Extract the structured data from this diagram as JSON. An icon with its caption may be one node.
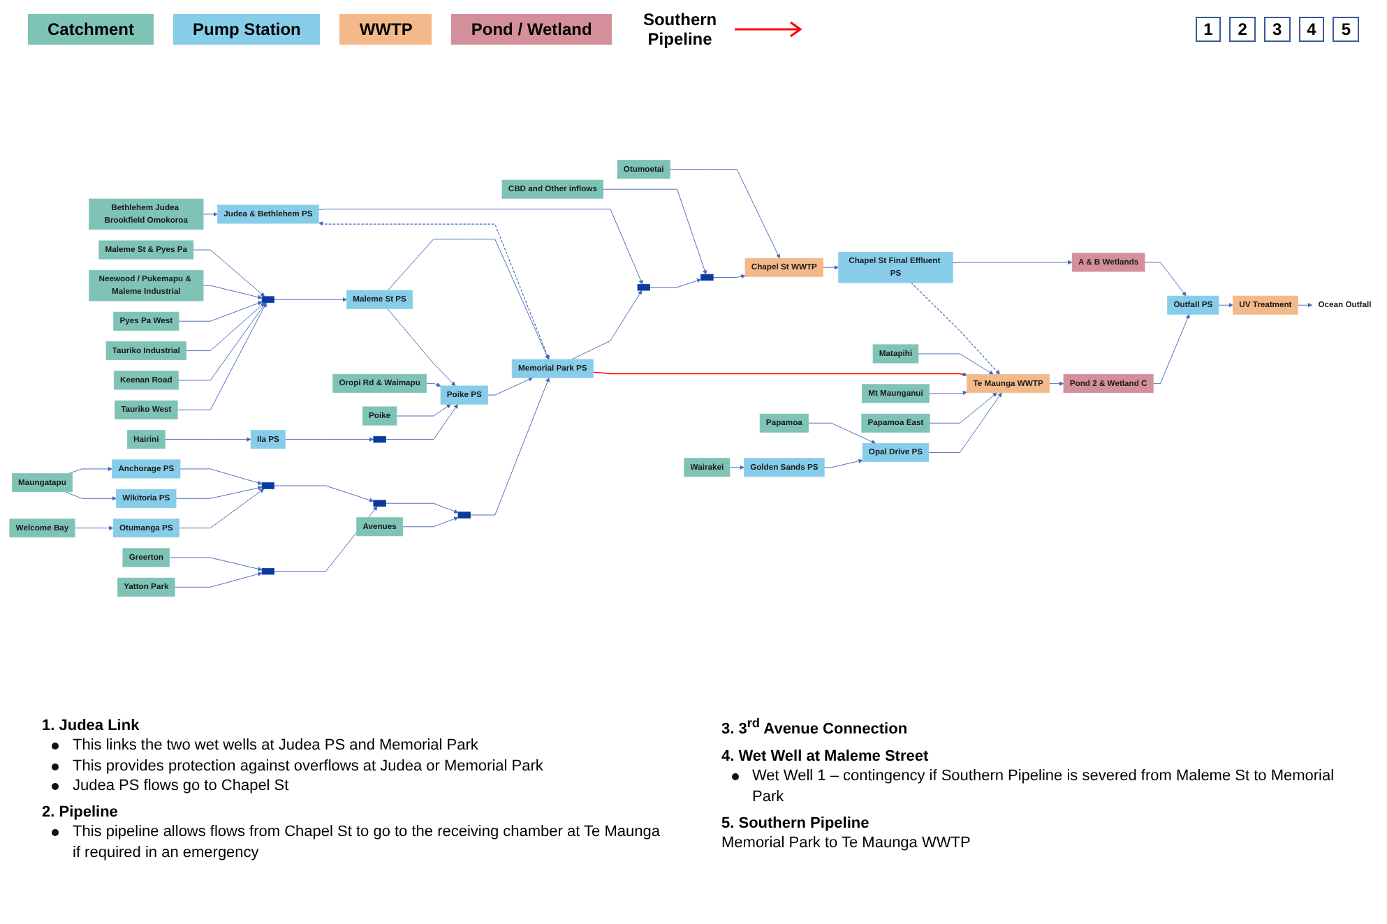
{
  "diagram": {
    "nodes": [
      {
        "text": [
          "Otumoetai"
        ]
      },
      {
        "text": [
          "Chapel St WWTP"
        ]
      },
      {
        "text": [
          "Chapel St Final Effluent PS"
        ]
      },
      {
        "text": [
          "A & B Wetlands"
        ]
      },
      {
        "text": [
          "UV Treatment"
        ]
      },
      {
        "text": [
          "Ocean Outfall"
        ]
      },
      {
        "text": [
          "Outfall PS"
        ]
      },
      {
        "text": [
          "CBD and Other inflows"
        ]
      },
      {
        "text": [],
        "shape": "box"
      },
      {
        "text": [
          "Bethlehem Judea Brookfield Omokoroa"
        ]
      },
      {
        "text": [
          "Judea & Bethlehem PS"
        ]
      },
      {
        "text": [],
        "shape": "box"
      },
      {
        "text": [
          "Matapihi"
        ]
      },
      {
        "text": [
          "Pond 2 & Wetland C"
        ]
      },
      {
        "text": [
          "Memorial Park PS"
        ]
      },
      {
        "text": [
          "Mt Maunganui"
        ]
      },
      {
        "text": [
          "Maungatapu"
        ]
      },
      {
        "text": [
          "Te Maunga WWTP"
        ]
      },
      {
        "text": [],
        "shape": "box"
      },
      {
        "text": [
          "Maleme St PS"
        ]
      },
      {
        "text": [
          "Anchorage PS"
        ]
      },
      {
        "text": [],
        "shape": "box"
      },
      {
        "text": [],
        "shape": "box"
      },
      {
        "text": [
          "Avenues"
        ]
      },
      {
        "text": [
          "Wikitoria PS"
        ]
      },
      {
        "text": [],
        "shape": "box"
      },
      {
        "text": [
          "Greerton"
        ]
      },
      {
        "text": [
          "Papamoa East"
        ]
      },
      {
        "text": [
          "Otumanga PS"
        ]
      },
      {
        "text": [
          "Papamoa"
        ]
      },
      {
        "text": [
          "Opal Drive PS"
        ]
      },
      {
        "text": [
          "Yatton Park"
        ]
      },
      {
        "text": [
          "Maleme St & Pyes Pa"
        ]
      },
      {
        "text": [
          "Poike PS"
        ]
      },
      {
        "text": [
          "Neewood / Pukemapu & Maleme Industrial"
        ]
      },
      {
        "text": [
          "Oropi Rd & Waimapu"
        ]
      },
      {
        "text": [
          "Golden Sands PS"
        ]
      },
      {
        "text": [],
        "shape": "box"
      },
      {
        "text": [
          "Pyes Pa West"
        ]
      },
      {
        "text": [
          "Poike"
        ]
      },
      {
        "text": [
          "Wairakei"
        ]
      },
      {
        "text": [
          "Tauriko Industrial"
        ]
      },
      {
        "text": [],
        "shape": "box"
      },
      {
        "text": [
          "Keenan Road"
        ]
      },
      {
        "text": [
          "Ila PS"
        ]
      },
      {
        "text": [
          "Hairini"
        ]
      },
      {
        "text": [
          "Tauriko West"
        ]
      },
      {
        "text": [
          "Welcome Bay"
        ]
      }
    ],
    "edges": [
      {
        "from": 0,
        "to": 1,
        "arrow": "to"
      },
      {
        "from": 1,
        "to": 2,
        "arrow": "to"
      },
      {
        "from": 2,
        "to": 3,
        "arrow": "to"
      },
      {
        "from": 3,
        "to": 6,
        "arrow": "to"
      },
      {
        "from": 6,
        "to": 4,
        "arrow": "to"
      },
      {
        "from": 4,
        "to": 5,
        "arrow": "to"
      },
      {
        "from": 17,
        "to": 13,
        "arrow": "to"
      },
      {
        "from": 13,
        "to": 6,
        "arrow": "to"
      },
      {
        "from": 2,
        "to": 17,
        "arrow": "to",
        "style": "dashed"
      },
      {
        "from": 7,
        "to": 8,
        "arrow": "to"
      },
      {
        "from": 8,
        "to": 1,
        "arrow": "to"
      },
      {
        "from": 11,
        "to": 8,
        "arrow": "to"
      },
      {
        "from": 10,
        "to": 11,
        "arrow": "to"
      },
      {
        "from": 14,
        "to": 11,
        "arrow": "to"
      },
      {
        "from": 9,
        "to": 10,
        "arrow": "to"
      },
      {
        "from": 10,
        "to": 14,
        "arrow": "both",
        "style": "dashed"
      },
      {
        "from": 12,
        "to": 17,
        "arrow": "to"
      },
      {
        "from": 14,
        "to": 17,
        "arrow": "to",
        "color": "#ff0000"
      },
      {
        "from": 19,
        "to": 14,
        "arrow": "to"
      },
      {
        "from": 33,
        "to": 14,
        "arrow": "to"
      },
      {
        "from": 37,
        "to": 19,
        "arrow": "to"
      },
      {
        "from": 19,
        "to": 33,
        "arrow": "to"
      },
      {
        "from": 15,
        "to": 17,
        "arrow": "to"
      },
      {
        "from": 27,
        "to": 17,
        "arrow": "to"
      },
      {
        "from": 30,
        "to": 17,
        "arrow": "to"
      },
      {
        "from": 29,
        "to": 30,
        "arrow": "to"
      },
      {
        "from": 36,
        "to": 30,
        "arrow": "to"
      },
      {
        "from": 40,
        "to": 36,
        "arrow": "to"
      },
      {
        "from": 35,
        "to": 33,
        "arrow": "to"
      },
      {
        "from": 39,
        "to": 33,
        "arrow": "to"
      },
      {
        "from": 45,
        "to": 44,
        "arrow": "to"
      },
      {
        "from": 44,
        "to": 42,
        "arrow": "to"
      },
      {
        "from": 42,
        "to": 33,
        "arrow": "to"
      },
      {
        "from": 32,
        "to": 37,
        "arrow": "to"
      },
      {
        "from": 34,
        "to": 37,
        "arrow": "to"
      },
      {
        "from": 38,
        "to": 37,
        "arrow": "to"
      },
      {
        "from": 41,
        "to": 37,
        "arrow": "to"
      },
      {
        "from": 43,
        "to": 37,
        "arrow": "to"
      },
      {
        "from": 46,
        "to": 37,
        "arrow": "to"
      },
      {
        "from": 16,
        "to": 20,
        "arrow": "to"
      },
      {
        "from": 16,
        "to": 24,
        "arrow": "to"
      },
      {
        "from": 20,
        "to": 21,
        "arrow": "to"
      },
      {
        "from": 24,
        "to": 21,
        "arrow": "to"
      },
      {
        "from": 28,
        "to": 21,
        "arrow": "to"
      },
      {
        "from": 47,
        "to": 28,
        "arrow": "to"
      },
      {
        "from": 21,
        "to": 22,
        "arrow": "to"
      },
      {
        "from": 25,
        "to": 22,
        "arrow": "to"
      },
      {
        "from": 26,
        "to": 25,
        "arrow": "to"
      },
      {
        "from": 31,
        "to": 25,
        "arrow": "to"
      },
      {
        "from": 22,
        "to": 18,
        "arrow": "to"
      },
      {
        "from": 23,
        "to": 18,
        "arrow": "to"
      },
      {
        "from": 18,
        "to": 14,
        "arrow": "to"
      }
    ],
    "labels": [
      "1",
      "2",
      "3",
      "4",
      "5",
      "1. Judea Link",
      "This links the two wet wells at Judea PS and Memorial Park",
      "This provides protection against overflows at Judea or Memorial Park",
      "Judea PS flows go to Chapel St",
      "2. Pipeline",
      "This pipeline allows flows from Chapel St to go to the receiving chamber at Te Maunga if required in an emergency",
      "3. 3$^{rd}$ Avenue Connection",
      "4. Wet Well at Maleme Street",
      "Wet Well 1 – contingency if Southern Pipeline is severed from Maleme St to Memorial Park",
      "5. Southern Pipeline",
      "Memorial Park to Te Maunga WWTP"
    ],
    "legend": [
      {
        "text": "Catchment",
        "color": "#7fc3b7"
      },
      {
        "text": "Pump Station",
        "color": "#87cdea"
      },
      {
        "text": "WWTP",
        "color": "#f3b98a"
      },
      {
        "text": "Pond / Wetland",
        "color": "#d3909a"
      },
      {
        "text": "Southern Pipeline"
      }
    ]
  }
}
